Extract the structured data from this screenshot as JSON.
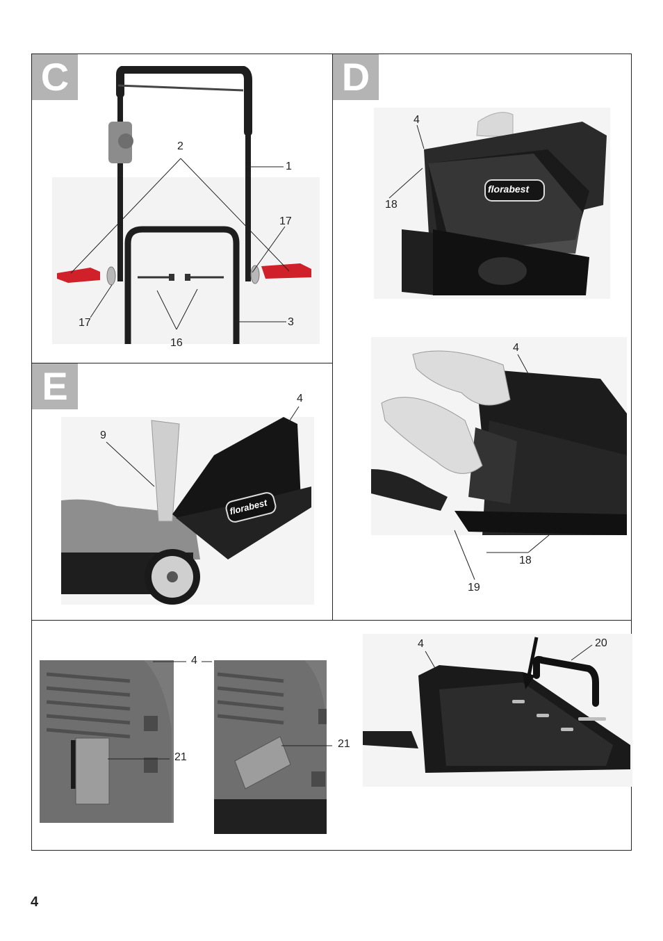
{
  "page_number": "4",
  "panels": {
    "c": {
      "badge": "C",
      "callouts": {
        "c2": "2",
        "c1": "1",
        "c17a": "17",
        "c17b": "17",
        "c3": "3",
        "c16": "16"
      }
    },
    "d": {
      "badge": "D",
      "callouts": {
        "c4a": "4",
        "c18a": "18",
        "c4b": "4",
        "c18b": "18",
        "c19": "19"
      }
    },
    "e": {
      "badge": "E",
      "callouts": {
        "c9": "9",
        "c4": "4"
      }
    },
    "bottom": {
      "callouts": {
        "c4a": "4",
        "c21a": "21",
        "c21b": "21",
        "c4b": "4",
        "c20": "20"
      }
    }
  },
  "logos": {
    "brand": "florabest"
  },
  "colors": {
    "badge": "#b4b4b4",
    "frame": "#222222",
    "red_part": "#d0202a",
    "handle": "#1e1e1e"
  }
}
